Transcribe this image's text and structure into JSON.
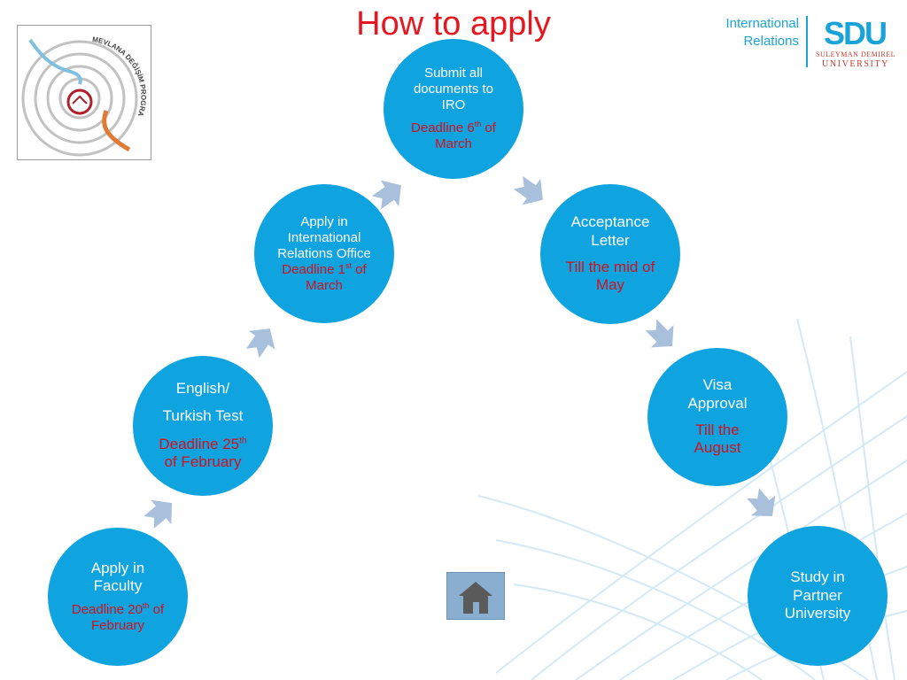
{
  "title": "How to apply",
  "header": {
    "left_logo_text": "MEVLANA DEĞİŞİM PROGRAMI",
    "ir_line1": "International",
    "ir_line2": "Relations",
    "university_logo_text": "SDU",
    "university_line1": "SULEYMAN DEMIREL",
    "university_line2": "UNIVERSITY"
  },
  "steps": [
    {
      "label": "Apply in Faculty",
      "deadline": "Deadline 20",
      "deadline_sup": "th",
      "deadline_rest": " of February"
    },
    {
      "label_line1": "English/",
      "label_line2": "Turkish Test",
      "deadline": "Deadline 25",
      "deadline_sup": "th",
      "deadline_rest": " of February"
    },
    {
      "label": "Apply in International Relations Office",
      "deadline": "Deadline 1",
      "deadline_sup": "st",
      "deadline_rest": " of March"
    },
    {
      "label": "Submit all documents to IRO",
      "deadline": "Deadline 6",
      "deadline_sup": "th",
      "deadline_rest": " of March"
    },
    {
      "label": "Acceptance Letter",
      "deadline": "Till the mid of May"
    },
    {
      "label": "Visa Approval",
      "deadline": "Till the August"
    },
    {
      "label": "Study in Partner University"
    }
  ],
  "colors": {
    "circle": "#0fa3df",
    "deadline_text": "#d4101c",
    "title": "#e8161f",
    "arrow": "#a9c0dc",
    "home_button": "#8aaed0"
  },
  "icons": {
    "arrows": "chevron-arrow",
    "home": "home-icon"
  }
}
